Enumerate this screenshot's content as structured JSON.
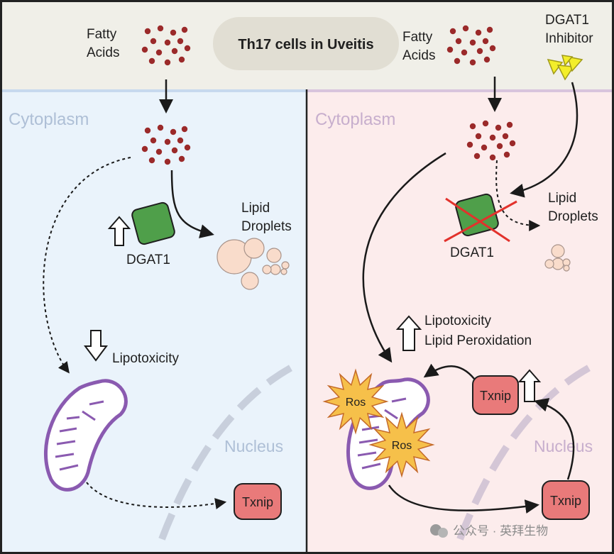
{
  "title": "Th17 cells in Uveitis",
  "colors": {
    "header_bg": "#f0efe8",
    "left_panel_bg": "#eaf3fb",
    "right_panel_bg": "#fcecec",
    "lipid_dot": "#9b2a2a",
    "dgat1_green": "#4f9f4a",
    "droplet_fill": "#f9dccb",
    "mito_purple": "#8a5ab0",
    "txnip_red": "#e97a7a",
    "ros_yellow": "#f6c04a",
    "inhibitor_yellow": "#f3ee2a",
    "red_cross": "#e2322c"
  },
  "header": {
    "left_label_line1": "Fatty",
    "left_label_line2": "Acids",
    "right_label_line1": "Fatty",
    "right_label_line2": "Acids",
    "inhibitor_line1": "DGAT1",
    "inhibitor_line2": "Inhibitor"
  },
  "left_panel": {
    "region_label": "Cytoplasm",
    "dgat1_label": "DGAT1",
    "droplets_line1": "Lipid",
    "droplets_line2": "Droplets",
    "lipotoxicity_label": "Lipotoxicity",
    "nucleus_label": "Nucleus",
    "txnip_label": "Txnip",
    "dgat1_arrow": "up",
    "lipotoxicity_arrow": "down"
  },
  "right_panel": {
    "region_label": "Cytoplasm",
    "dgat1_label": "DGAT1",
    "droplets_line1": "Lipid",
    "droplets_line2": "Droplets",
    "effects_line1": "Lipotoxicity",
    "effects_line2": "Lipid Peroxidation",
    "effects_arrow": "up",
    "ros_label_1": "Ros",
    "ros_label_2": "Ros",
    "txnip_cyto_label": "Txnip",
    "txnip_cyto_arrow": "up",
    "nucleus_label": "Nucleus",
    "txnip_nuc_label": "Txnip"
  },
  "watermark": "公众号 · 英拜生物"
}
